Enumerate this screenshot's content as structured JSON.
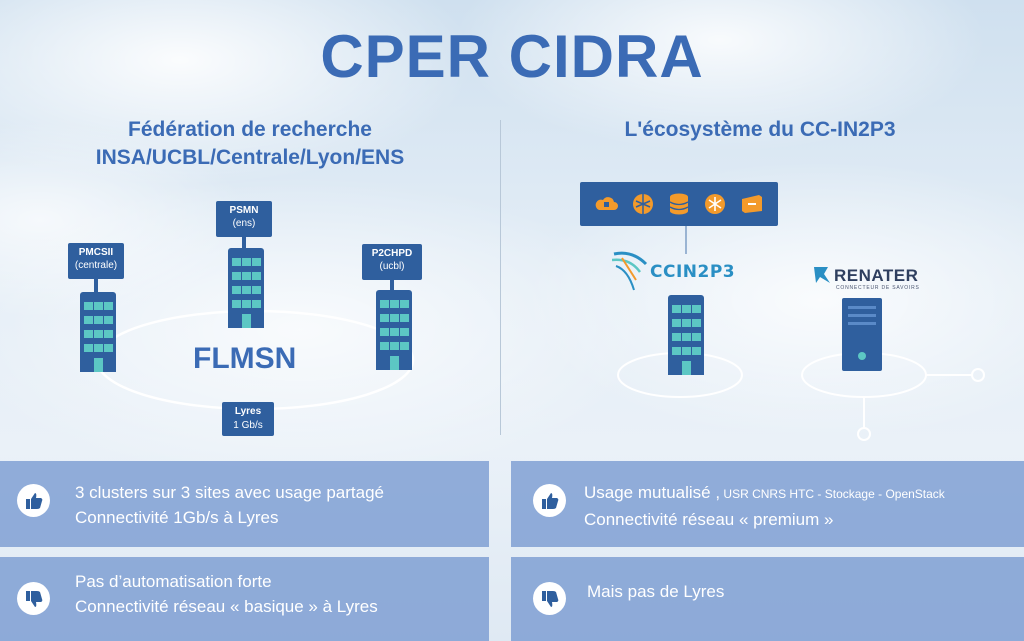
{
  "title": "CPER CIDRA",
  "left": {
    "subtitle_line1": "Fédération de recherche",
    "subtitle_line2": "INSA/UCBL/Centrale/Lyon/ENS",
    "sites": [
      {
        "name": "PMCSII",
        "org": "(centrale)"
      },
      {
        "name": "PSMN",
        "org": "(ens)"
      },
      {
        "name": "P2CHPD",
        "org": "(ucbl)"
      }
    ],
    "network_name": "FLMSN",
    "link": {
      "name": "Lyres",
      "speed": "1 Gb/s"
    }
  },
  "right": {
    "subtitle": "L'écosystème du CC-IN2P3",
    "cc_logo_text": "CCIN2P3",
    "renater_text": "RENATER",
    "renater_sub": "CONNECTEUR DE SAVOIRS",
    "toolbar_icons": [
      "cloud-lock-icon",
      "network-globe-icon",
      "database-icon",
      "snowflake-icon",
      "storage-box-icon"
    ]
  },
  "panels": {
    "left_pro": {
      "line1": "3 clusters sur 3 sites avec usage partagé",
      "line2": "Connectivité 1Gb/s à  Lyres"
    },
    "left_con": {
      "line1": "Pas d’automatisation forte",
      "line2": "Connectivité réseau « basique » à  Lyres"
    },
    "right_pro": {
      "line1_main": "Usage mutualisé ,",
      "line1_small": " USR CNRS HTC - Stockage - OpenStack",
      "line2": "Connectivité réseau « premium »"
    },
    "right_con": {
      "line1": "Mais pas de Lyres"
    }
  },
  "colors": {
    "primary": "#2f5f9e",
    "accent": "#5cc7c4",
    "title": "#3b6bb5",
    "orange": "#f39a2b"
  }
}
